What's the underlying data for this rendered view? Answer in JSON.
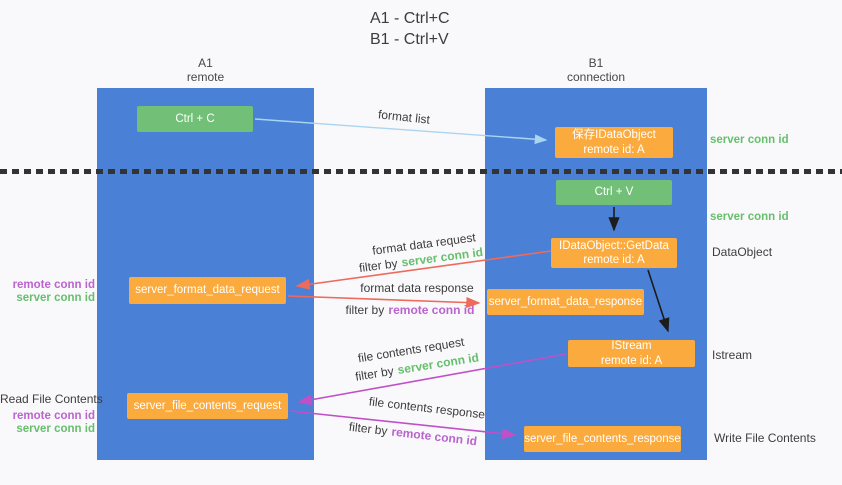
{
  "title": {
    "line1": "A1 - Ctrl+C",
    "line2": "B1 - Ctrl+V"
  },
  "columns": {
    "a1": {
      "name": "A1",
      "subtitle": "remote"
    },
    "b1": {
      "name": "B1",
      "subtitle": "connection"
    }
  },
  "nodes": {
    "ctrl_c": "Ctrl + C",
    "save_dataobject_line1": "保存IDataObject",
    "save_dataobject_line2": "remote id: A",
    "ctrl_v": "Ctrl + V",
    "getdata_line1": "IDataObject::GetData",
    "getdata_line2": "remote id: A",
    "format_request": "server_format_data_request",
    "format_response": "server_format_data_response",
    "istream_line1": "IStream",
    "istream_line2": "remote id: A",
    "file_request": "server_file_contents_request",
    "file_response": "server_file_contents_response"
  },
  "arrow_labels": {
    "format_list": "format list",
    "format_data_request": "format data request",
    "format_data_response": "format data response",
    "file_contents_request": "file contents request",
    "file_contents_response": "file contents response",
    "filter_by": "filter by",
    "server_conn_id": "server conn id",
    "remote_conn_id": "remote conn id"
  },
  "side_labels": {
    "server_conn_id": "server conn id",
    "remote_conn_id": "remote conn id",
    "dataobject": "DataObject",
    "istream": "Istream",
    "read_file_contents": "Read File Contents",
    "write_file_contents": "Write File Contents"
  },
  "colors": {
    "lifeline-blue": "#4a80d6",
    "box-green": "#72c077",
    "box-orange": "#fbaa3e",
    "label-green": "#67bf6e",
    "label-purple": "#bb63ce",
    "arrow-red": "#ee6a5c",
    "arrow-magenta": "#c050c8",
    "arrow-blue": "#a9d5f0",
    "arrow-black": "#1c1c1c",
    "text-dark": "#3d3d3d",
    "divider": "#333333",
    "background": "#f9f9fb"
  }
}
